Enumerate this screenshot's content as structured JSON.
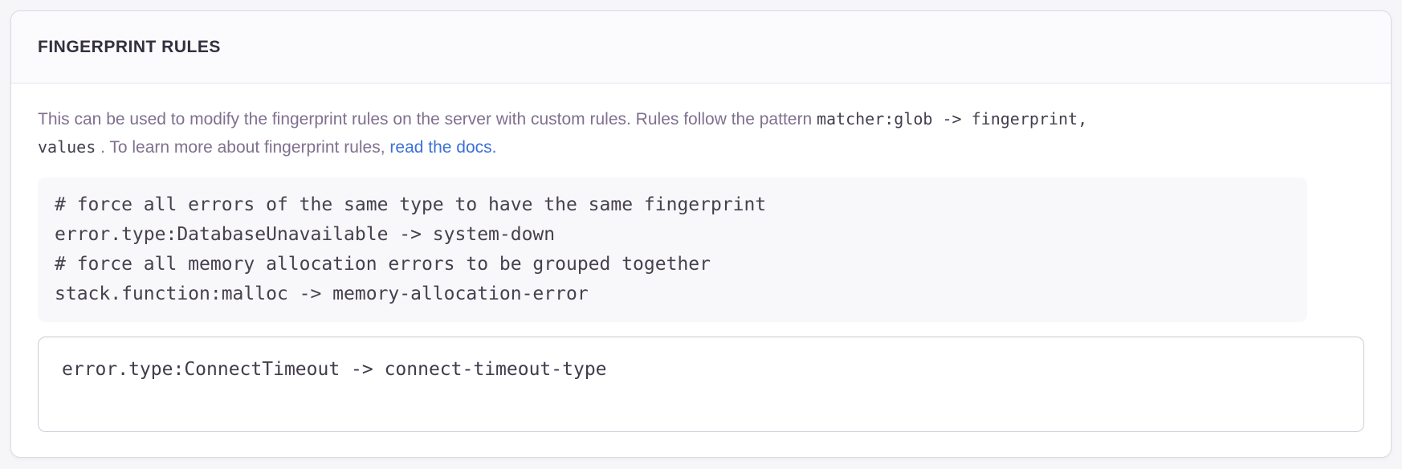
{
  "panel": {
    "title": "FINGERPRINT RULES",
    "description": {
      "text_before_code": "This can be used to modify the fingerprint rules on the server with custom rules. Rules follow the pattern ",
      "inline_code_line1": "matcher:glob -> fingerprint,",
      "inline_code_line2": "values",
      "text_after_code": " . To learn more about fingerprint rules, ",
      "link_label": "read the docs."
    },
    "example_block": {
      "code": "# force all errors of the same type to have the same fingerprint\nerror.type:DatabaseUnavailable -> system-down\n# force all memory allocation errors to be grouped together\nstack.function:malloc -> memory-allocation-error"
    },
    "rules_input": {
      "value": "error.type:ConnectTimeout -> connect-timeout-type"
    }
  },
  "colors": {
    "link": "#3b70d9",
    "title_text": "#342f3e",
    "body_text": "#80708f",
    "code_text": "#46414e",
    "panel_border": "#dcd8e3",
    "header_background": "#fbfafc",
    "code_block_background": "#f8f7fa",
    "page_background": "#f6f5f8"
  }
}
